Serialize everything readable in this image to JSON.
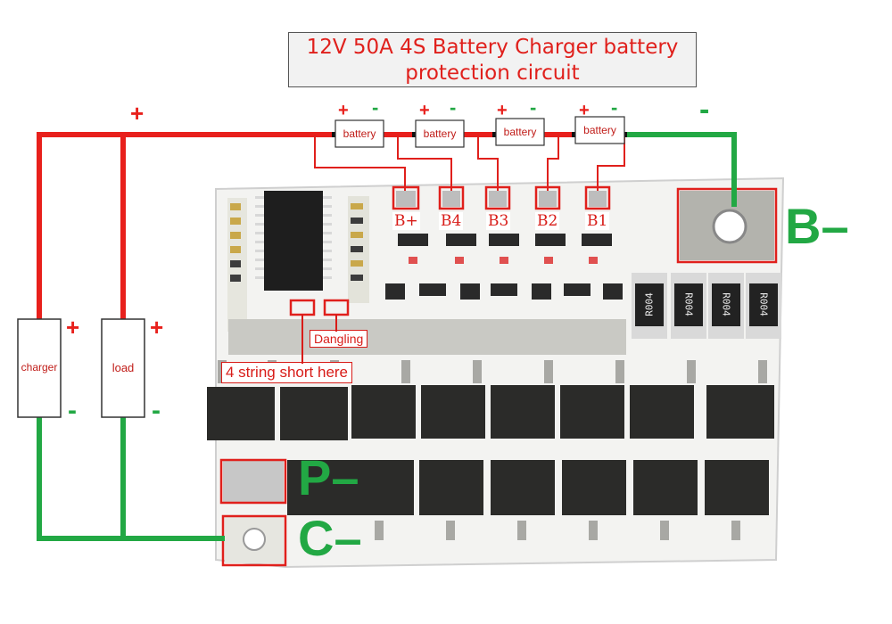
{
  "title_line1": "12V 50A 4S Battery Charger battery",
  "title_line2": "protection circuit",
  "battery_label": "battery",
  "cells": [
    {
      "plus": "+",
      "minus": "-",
      "label": "battery"
    },
    {
      "plus": "+",
      "minus": "-",
      "label": "battery"
    },
    {
      "plus": "+",
      "minus": "-",
      "label": "battery"
    },
    {
      "plus": "+",
      "minus": "-",
      "label": "battery"
    }
  ],
  "pads": [
    "B+",
    "B4",
    "B3",
    "B2",
    "B1"
  ],
  "bminus_label": "B–",
  "p_label": "P–",
  "c_label": "C–",
  "rail_plus": "+",
  "rail_minus": "-",
  "charger": {
    "label": "charger",
    "plus": "+",
    "minus": "-"
  },
  "load": {
    "label": "load",
    "plus": "+",
    "minus": "-"
  },
  "dangling_label": "Dangling",
  "short_label": "4 string short here",
  "resistor_marking": "R004",
  "colors": {
    "positive_wire": "#e8201c",
    "negative_wire": "#22a844",
    "highlight": "#e0201c"
  }
}
